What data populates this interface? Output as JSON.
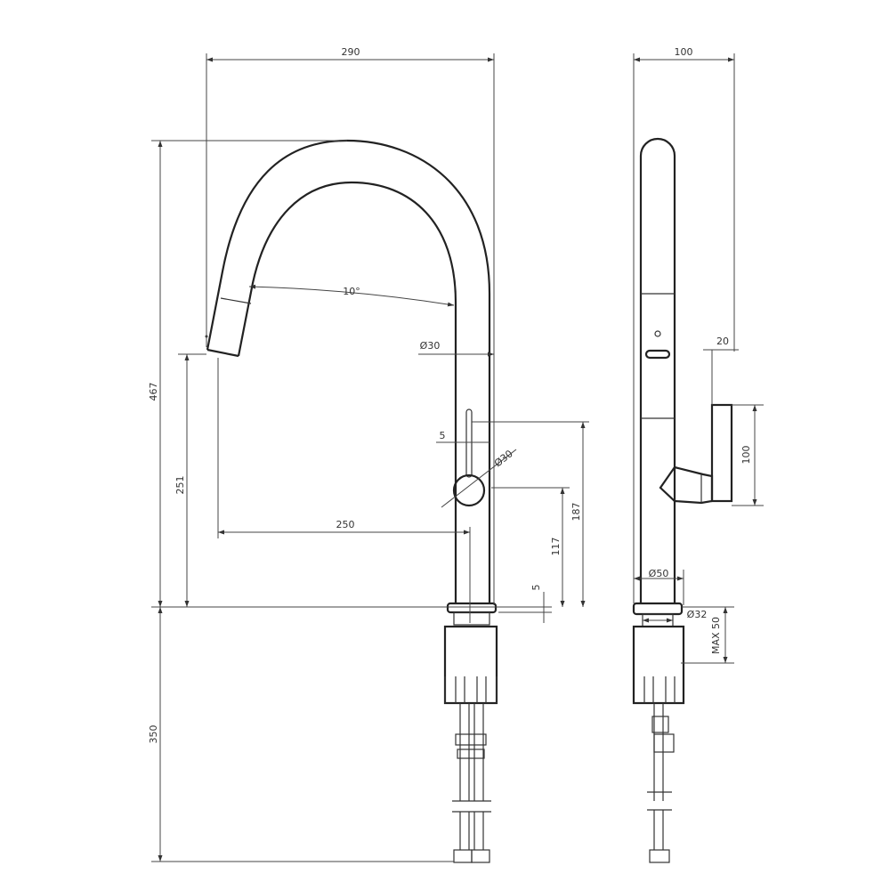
{
  "front_view": {
    "dims": {
      "width_total": "290",
      "height_total": "467",
      "below_deck": "350",
      "spout_height": "251",
      "reach": "250",
      "angle": "10°",
      "tube_diameter": "Ø30",
      "lever_width": "5",
      "handle_diameter": "Ø30",
      "lever_top_height": "187",
      "handle_center_height": "117",
      "base_gap": "5"
    }
  },
  "side_view": {
    "dims": {
      "depth_total": "100",
      "handle_offset": "20",
      "handle_length": "100",
      "base_diameter": "Ø50",
      "shank_diameter": "Ø32",
      "max_deck": "MAX 50"
    }
  }
}
